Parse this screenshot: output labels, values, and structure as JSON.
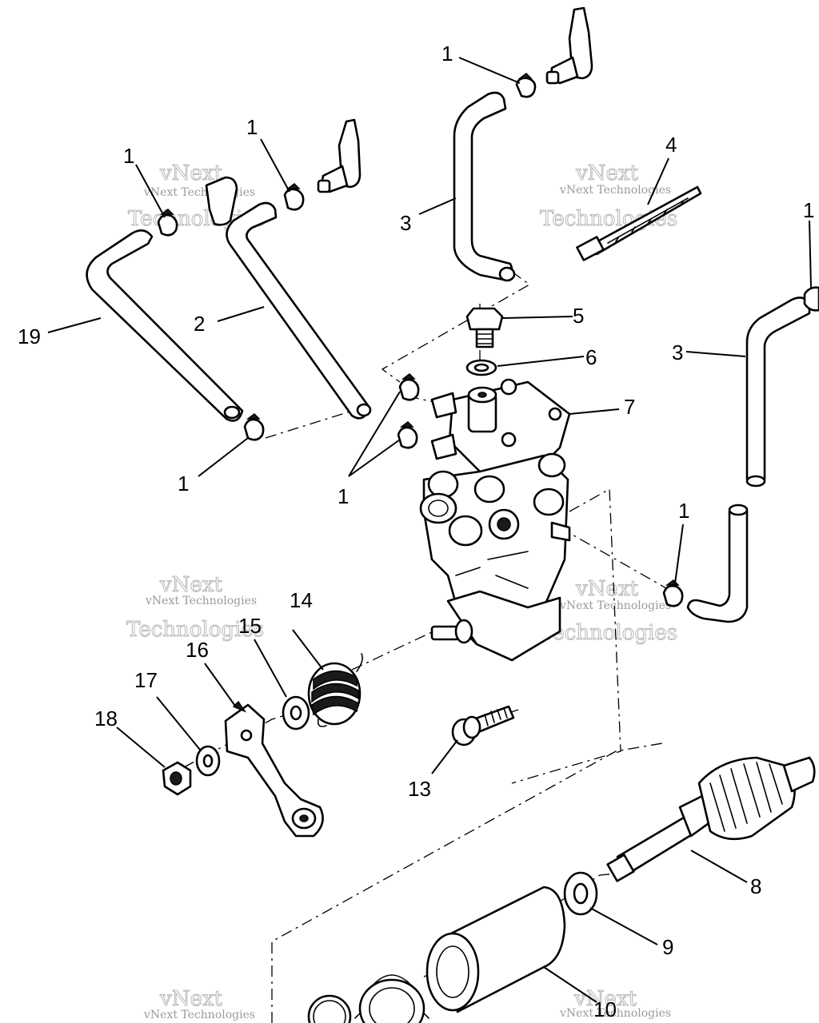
{
  "callouts": {
    "c1_top": "1",
    "c1_hose2": "1",
    "c1_hose19": "1",
    "c1_right": "1",
    "c1_bottom_left": "1",
    "c1_pump": "1",
    "c1_right_lower": "1",
    "c2": "2",
    "c3_top": "3",
    "c3_right": "3",
    "c4": "4",
    "c5": "5",
    "c6": "6",
    "c7": "7",
    "c8": "8",
    "c9": "9",
    "c10": "10",
    "c13": "13",
    "c14": "14",
    "c15": "15",
    "c16": "16",
    "c17": "17",
    "c18": "18",
    "c19": "19"
  },
  "watermark": {
    "line1": "vNext Technologies",
    "line2": "vNext",
    "line3": "Technologies"
  }
}
